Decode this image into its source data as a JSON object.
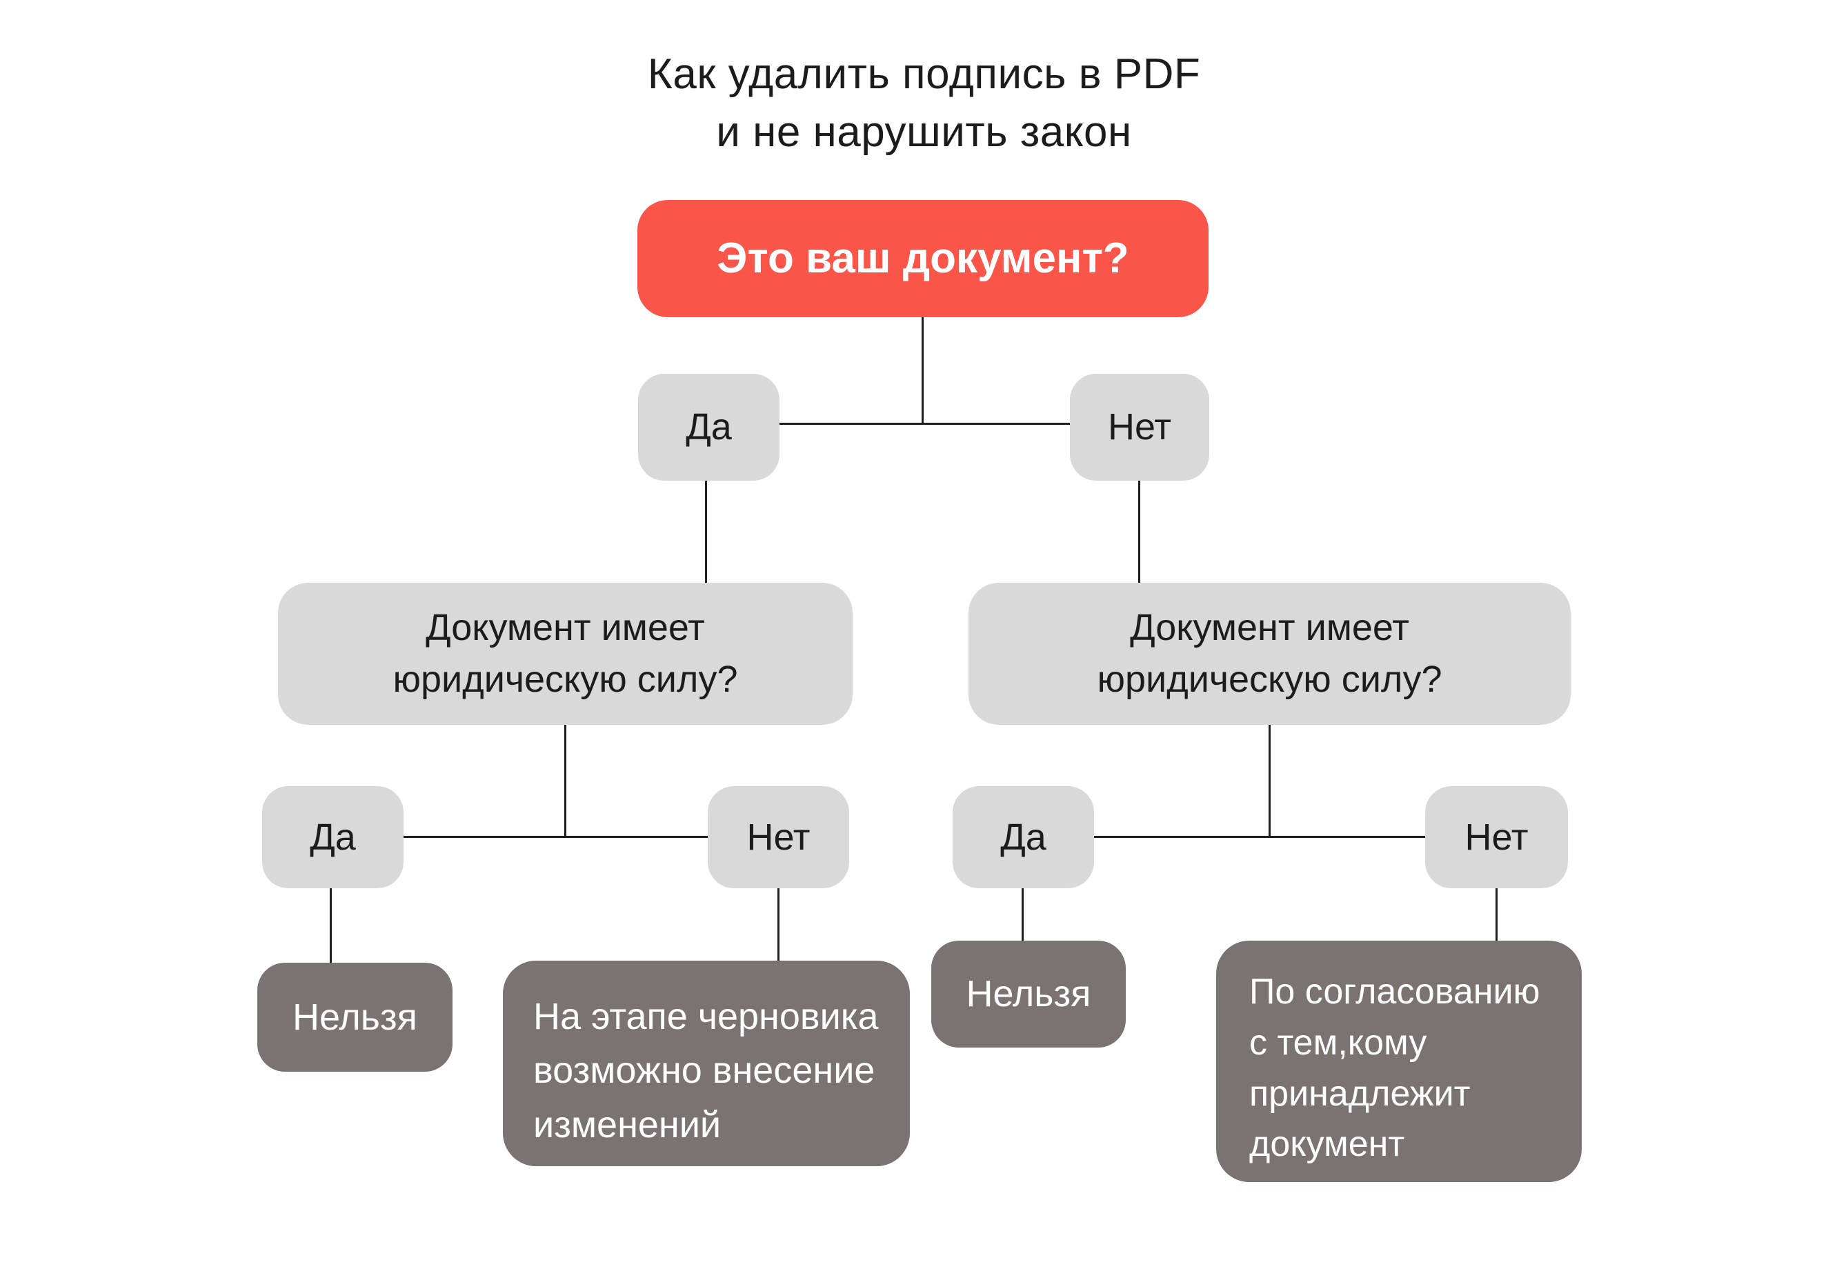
{
  "title": "Как удалить подпись в PDF\nи не нарушить закон",
  "colors": {
    "accent_red": "#FA5549",
    "light_gray": "#D9D9D9",
    "dark_gray": "#7B7372",
    "line_color": "#1F1F1F",
    "text_dark": "#1C1C1C",
    "text_light": "#FFFFFF",
    "background": "#FFFFFF"
  },
  "nodes": {
    "root": "Это ваш документ?",
    "root_yes": "Да",
    "root_no": "Нет",
    "left_question": "Документ имеет\nюридическую силу?",
    "right_question": "Документ имеет\nюридическую силу?",
    "left_yes": "Да",
    "left_no": "Нет",
    "right_yes": "Да",
    "right_no": "Нет",
    "left_yes_result": "Нельзя",
    "left_no_result": "На этапе черновика\nвозможно внесение\nизменений",
    "right_yes_result": "Нельзя",
    "right_no_result": "По согласованию\nс тем,кому\nпринадлежит\nдокумент"
  }
}
